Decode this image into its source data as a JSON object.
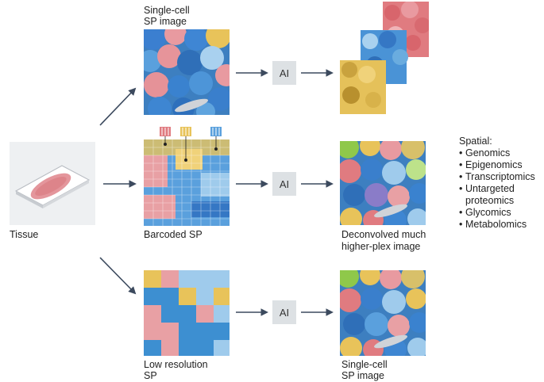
{
  "labels": {
    "tissue": "Tissue",
    "top_title_line1": "Single-cell",
    "top_title_line2": "SP image",
    "middle_title": "Barcoded SP",
    "bottom_title_line1": "Low resolution",
    "bottom_title_line2": "SP",
    "middle_output_line1": "Deconvolved much",
    "middle_output_line2": "higher-plex image",
    "bottom_output_line1": "Single-cell",
    "bottom_output_line2": "SP image"
  },
  "ai_boxes": [
    "AI",
    "AI",
    "AI"
  ],
  "spatial": {
    "heading": "Spatial:",
    "items": [
      "Genomics",
      "Epigenomics",
      "Transcriptomics",
      "Untargeted proteomics",
      "Glycomics",
      "Metabolomics"
    ]
  },
  "colors": {
    "arrow": "#3c4a5e",
    "blue": "#3d8fd1",
    "light_blue": "#9fcbec",
    "red": "#e8a0a4",
    "yellow": "#e8c35a",
    "ai_bg": "#dde1e4"
  }
}
